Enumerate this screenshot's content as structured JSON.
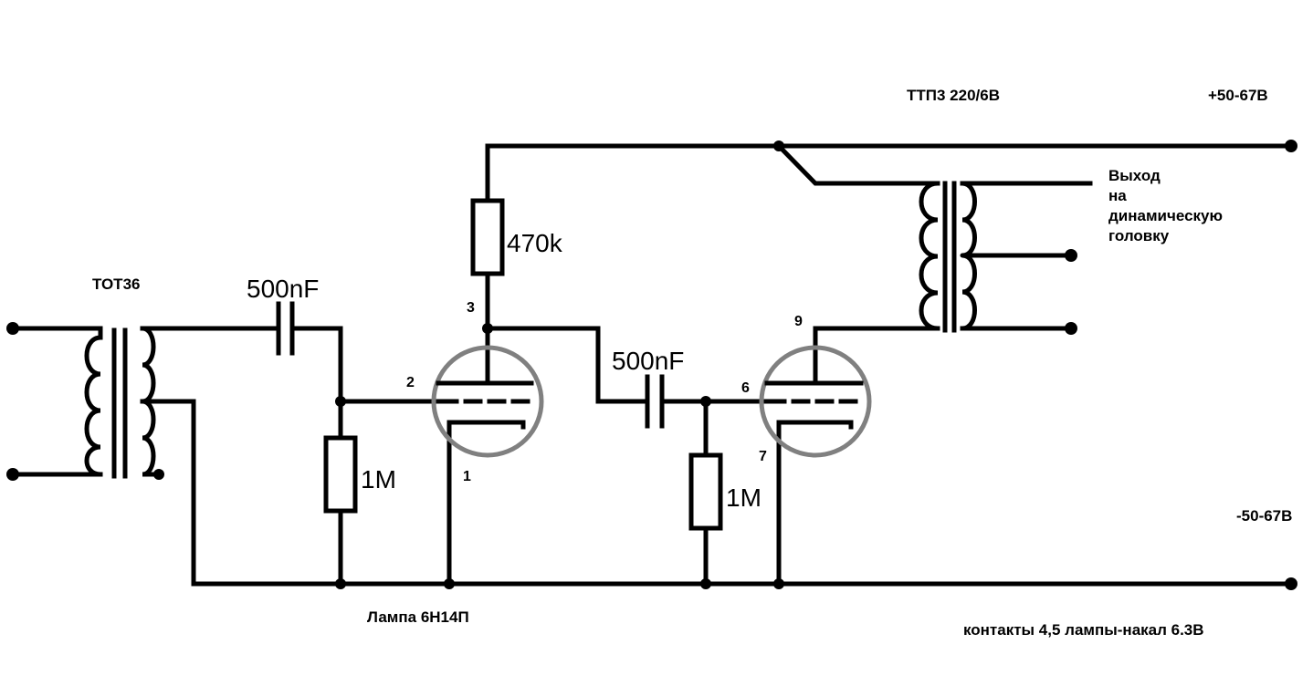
{
  "labels": {
    "input_transformer": "ТОТ36",
    "output_transformer": "ТТП3 220/6В",
    "supply_positive": "+50-67В",
    "supply_negative": "-50-67В",
    "output_line1": "Выход",
    "output_line2": "на",
    "output_line3": "динамическую",
    "output_line4": "головку",
    "tube_type": "Лампа 6Н14П",
    "heater_note": "контакты 4,5 лампы-накал 6.3В"
  },
  "components": {
    "c1": "500nF",
    "c2": "500nF",
    "r_plate": "470k",
    "r_grid1": "1M",
    "r_grid2": "1M"
  },
  "pins": {
    "p1": "1",
    "p2": "2",
    "p3": "3",
    "p6": "6",
    "p7": "7",
    "p9": "9"
  }
}
